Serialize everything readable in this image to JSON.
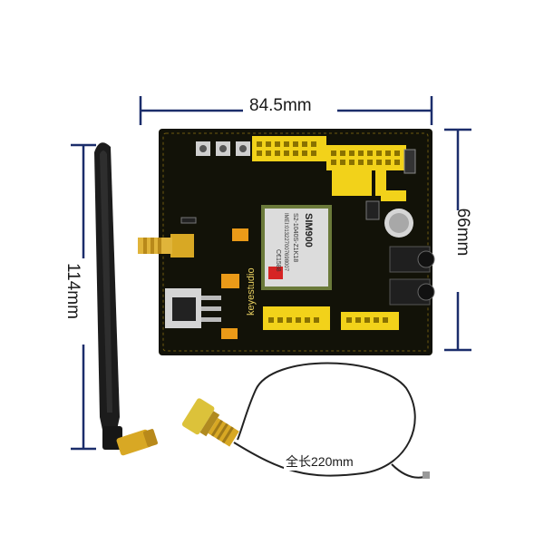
{
  "dimensions": {
    "board_width": "84.5mm",
    "board_height": "66mm",
    "antenna_length": "114mm",
    "cable_length": "全长220mm"
  },
  "board": {
    "module_brand": "SIM900",
    "module_model": "S2-1040S-Z1K18",
    "module_ce": "C€1588",
    "module_imei": "IMEI:013227007698007",
    "brand_text": "keyestudio"
  },
  "colors": {
    "pcb": "#121208",
    "header": "#f2d21a",
    "module": "#dcdcdc",
    "antenna": "#1c1c1c",
    "connector_gold": "#d8a824",
    "cable": "#222222"
  }
}
